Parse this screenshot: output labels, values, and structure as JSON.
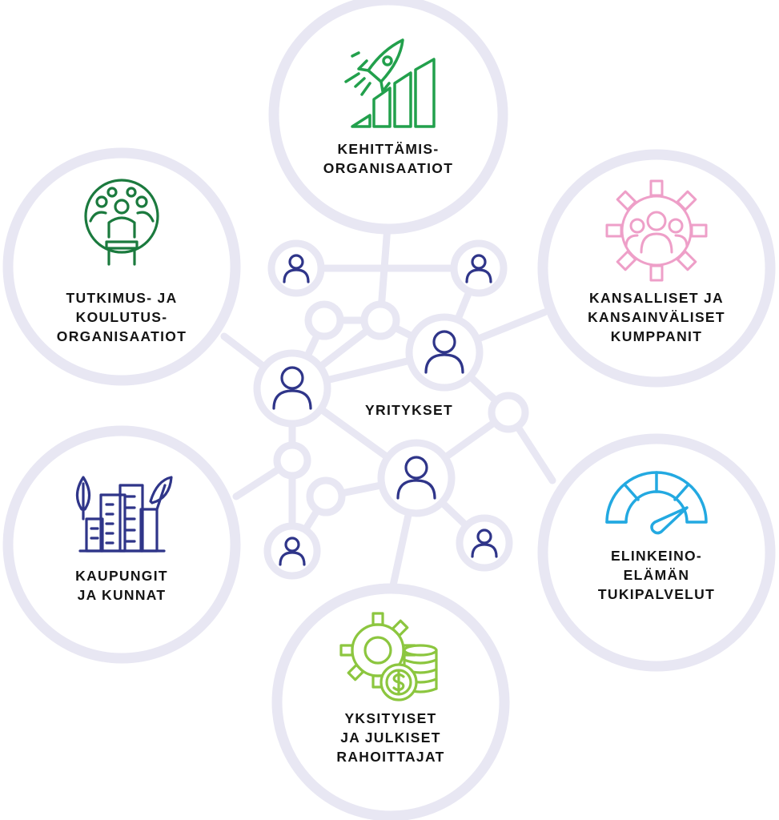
{
  "center_label": "YRITYKSET",
  "categories": {
    "kehittamis": {
      "lines": [
        "KEHITTÄMIS-",
        "ORGANISAATIOT"
      ],
      "icon": "rocket-growth-icon",
      "color": "#22a04c"
    },
    "kansalliset": {
      "lines": [
        "KANSALLISET JA",
        "KANSAINVÄLISET",
        "KUMPPANIT"
      ],
      "icon": "people-gear-icon",
      "color": "#ee9fc8"
    },
    "elinkeino": {
      "lines": [
        "ELINKEINO-",
        "ELÄMÄN",
        "TUKIPALVELUT"
      ],
      "icon": "speedometer-icon",
      "color": "#23a9e1"
    },
    "yksityiset": {
      "lines": [
        "YKSITYISET",
        "JA JULKISET",
        "RAHOITTAJAT"
      ],
      "icon": "gear-coins-icon",
      "color": "#8cc63f"
    },
    "kaupungit": {
      "lines": [
        "KAUPUNGIT",
        "JA KUNNAT"
      ],
      "icon": "city-buildings-icon",
      "color": "#2f3589"
    },
    "tutkimus": {
      "lines": [
        "TUTKIMUS- JA",
        "KOULUTUS-",
        "ORGANISAATIOT"
      ],
      "icon": "people-group-circle-icon",
      "color": "#1b7a3e"
    }
  },
  "colors": {
    "ring": "#e8e7f3",
    "text": "#141414",
    "person": "#2f3589"
  }
}
